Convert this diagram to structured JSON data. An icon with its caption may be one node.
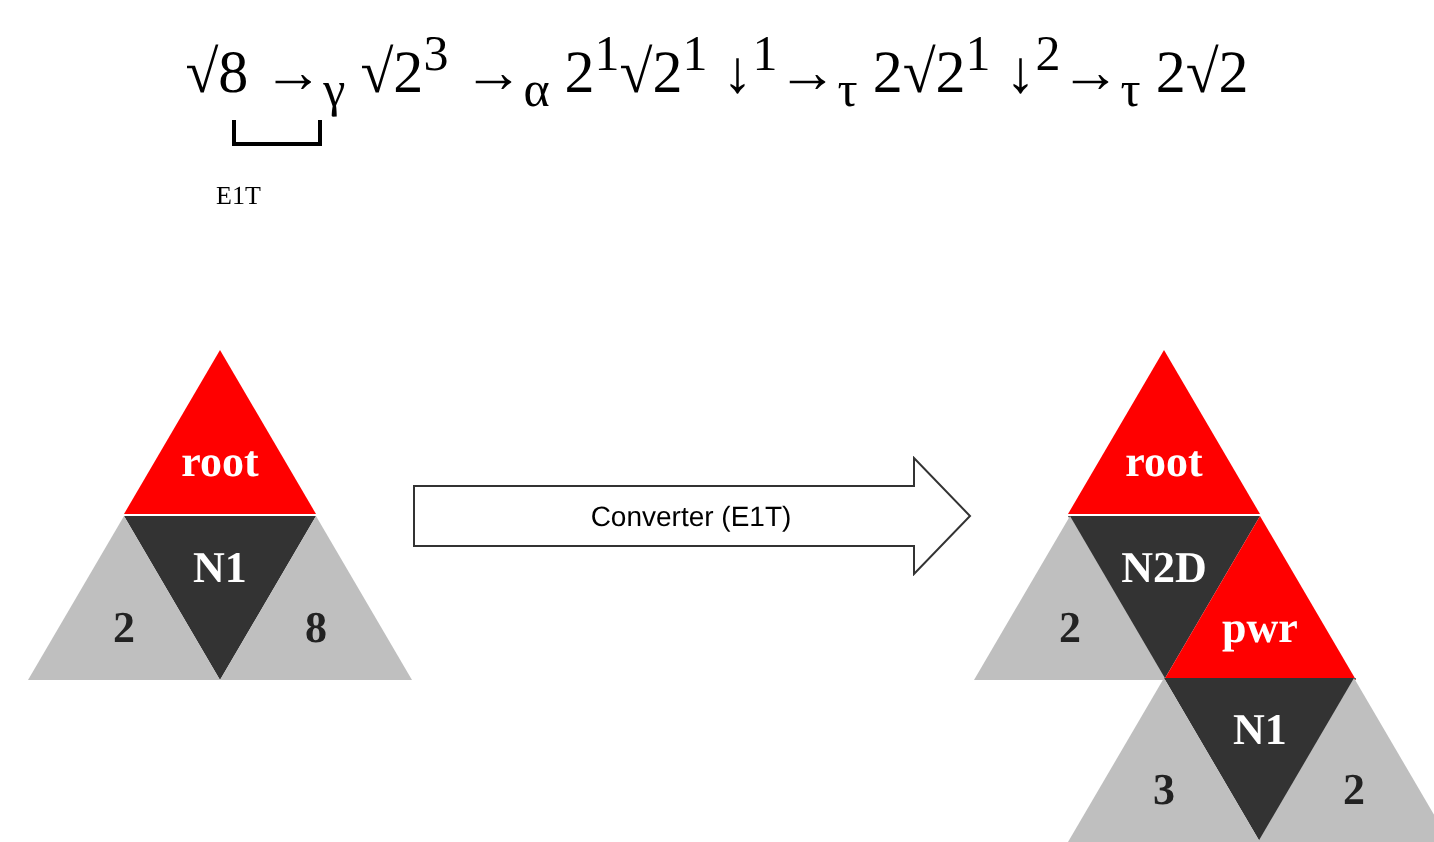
{
  "diagram": {
    "nodes": [
      {
        "text": [
          "root"
        ]
      },
      {
        "text": [
          "N1"
        ]
      },
      {
        "text": [
          "2"
        ]
      },
      {
        "text": [
          "8"
        ]
      },
      {
        "text": [
          "root"
        ]
      },
      {
        "text": [
          "N2D"
        ]
      },
      {
        "text": [
          "2"
        ]
      },
      {
        "text": [
          "pwr"
        ]
      },
      {
        "text": [
          "N1"
        ]
      },
      {
        "text": [
          "3"
        ]
      },
      {
        "text": [
          "2"
        ]
      }
    ],
    "edges": [
      {
        "from": 3,
        "to": 6,
        "arrow": "to",
        "label": "Converter (E1T)",
        "style": "thick"
      }
    ],
    "labels": [
      "√8 →$_{γ}$ √2$^{3}$ →$_{α}$ 2$^{1}$√2$^{1}$ ↓$^{1}$→$_{τ}$ 2√2$^{1}$ ↓$^{2}$→$_{τ}$ 2√2",
      "E1T"
    ]
  }
}
